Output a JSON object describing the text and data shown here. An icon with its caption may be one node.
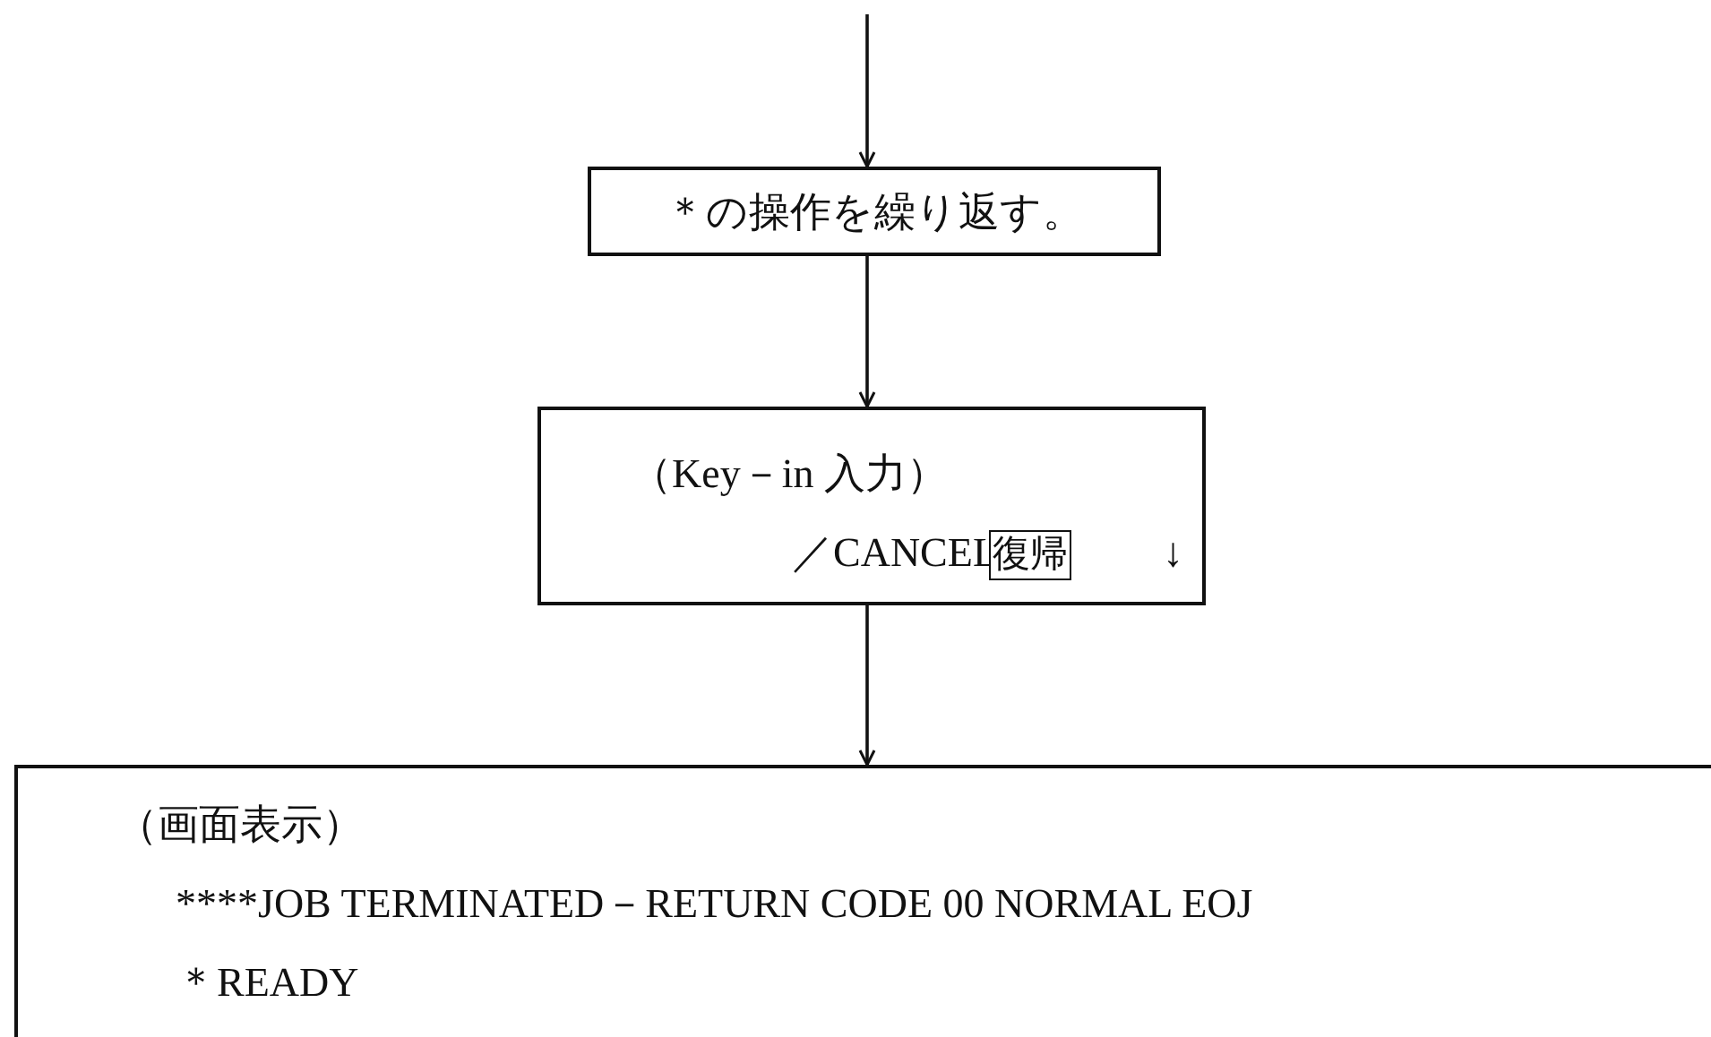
{
  "diagram": {
    "nodes": [
      {
        "text": [
          "＊の操作を繰り返す。"
        ]
      },
      {
        "text": [
          "（Key－in 入力）",
          "／CANCEL",
          "↓"
        ]
      },
      {
        "text": [
          "復帰"
        ],
        "in": 1
      },
      {
        "text": [
          "（画面表示）",
          "****JOB TERMINATED－RETURN CODE 00 NORMAL EOJ",
          "＊READY"
        ]
      }
    ],
    "edges": [
      {
        "from": null,
        "to": 0,
        "arrow": "to"
      },
      {
        "from": 0,
        "to": 1,
        "arrow": "to"
      },
      {
        "from": 1,
        "to": 3,
        "arrow": "to"
      }
    ]
  }
}
